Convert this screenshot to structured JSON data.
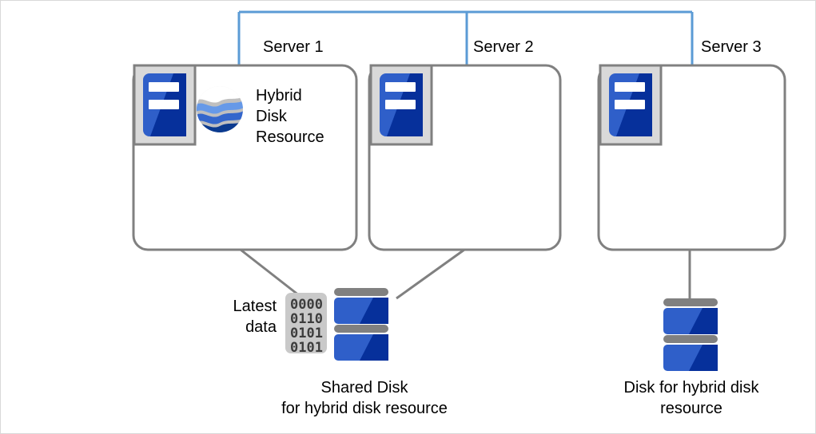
{
  "diagram": {
    "title_servers": [
      {
        "label": "Server 1"
      },
      {
        "label": "Server 2"
      },
      {
        "label": "Server 3"
      }
    ],
    "resource_label": {
      "line1": "Hybrid",
      "line2": "Disk",
      "line3": "Resource"
    },
    "latest_data_label": {
      "line1": "Latest",
      "line2": "data"
    },
    "binary_block": {
      "rows": [
        "0000",
        "0110",
        "0101",
        "0101"
      ]
    },
    "captions": {
      "shared_disk": {
        "line1": "Shared Disk",
        "line2": "for hybrid disk resource"
      },
      "server3_disk": {
        "line1": "Disk for hybrid disk",
        "line2": "resource"
      }
    },
    "colors": {
      "interconnect_blue": "#5B9BD5",
      "box_border_gray": "#808080",
      "icon_frame_gray": "#d9d9d9",
      "icon_blue_light": "#2f5fc9",
      "icon_blue_dark": "#06309b",
      "disk_bar_gray": "#808080",
      "logo_gray": "#bfbfbf",
      "logo_blue_light": "#6699e8",
      "logo_blue_mid": "#3366cc",
      "logo_blue_dark": "#0b3a8f",
      "binary_bg_gray": "#c9c9c9",
      "binary_text": "#3d3d3d",
      "canvas_border": "#d9d9d9"
    }
  }
}
